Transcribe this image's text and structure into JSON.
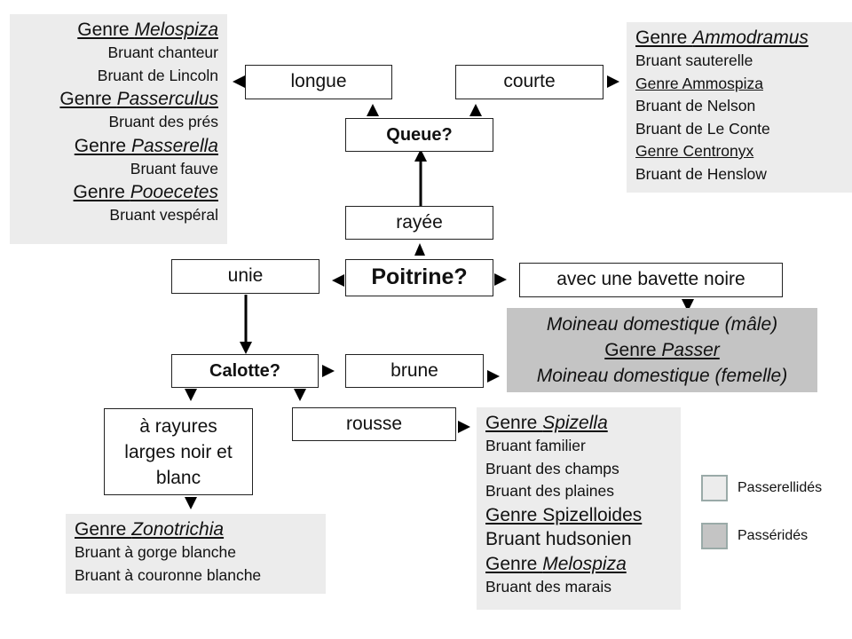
{
  "nodes": {
    "queue": "Queue?",
    "longue": "longue",
    "courte": "courte",
    "rayee": "rayée",
    "poitrine": "Poitrine?",
    "unie": "unie",
    "bavette": "avec une bavette noire",
    "calotte": "Calotte?",
    "brune": "brune",
    "rousse": "rousse",
    "rayures_line1": "à rayures",
    "rayures_line2": "larges noir et",
    "rayures_line3": "blanc"
  },
  "panels": {
    "top_left": {
      "g1_prefix": "Genre ",
      "g1_name": "Melospiza",
      "s1": "Bruant chanteur",
      "s2": "Bruant de Lincoln",
      "g2_prefix": "Genre ",
      "g2_name": "Passerculus",
      "s3": "Bruant des prés",
      "g3_prefix": "Genre ",
      "g3_name": "Passerella",
      "s4": "Bruant fauve",
      "g4_prefix": "Genre ",
      "g4_name": "Pooecetes",
      "s5": "Bruant vespéral"
    },
    "top_right": {
      "g1_prefix": "Genre ",
      "g1_name": "Ammodramus",
      "s1": "Bruant sauterelle",
      "g2": "Genre Ammospiza",
      "s2": "Bruant de Nelson",
      "s3": "Bruant de Le Conte",
      "g3": "Genre Centronyx",
      "s4": "Bruant de Henslow"
    },
    "passer": {
      "l1": "Moineau domestique (mâle)",
      "g_prefix": "Genre ",
      "g_name": "Passer",
      "l2": "Moineau domestique (femelle)"
    },
    "spizella": {
      "g1_prefix": "Genre ",
      "g1_name": "Spizella",
      "s1": "Bruant familier",
      "s2": "Bruant des champs",
      "s3": "Bruant des plaines",
      "g2": "Genre Spizelloides",
      "s4": "Bruant hudsonien",
      "g3_prefix": "Genre ",
      "g3_name": "Melospiza",
      "s5": "Bruant des marais"
    },
    "zonotrichia": {
      "g1_prefix": "Genre ",
      "g1_name": "Zonotrichia",
      "s1": "Bruant à gorge blanche",
      "s2": "Bruant à couronne blanche"
    }
  },
  "legend": {
    "passerellides": "Passerellidés",
    "passerides": "Passéridés",
    "passerellides_color": "#ececec",
    "passerides_color": "#c4c4c4"
  }
}
